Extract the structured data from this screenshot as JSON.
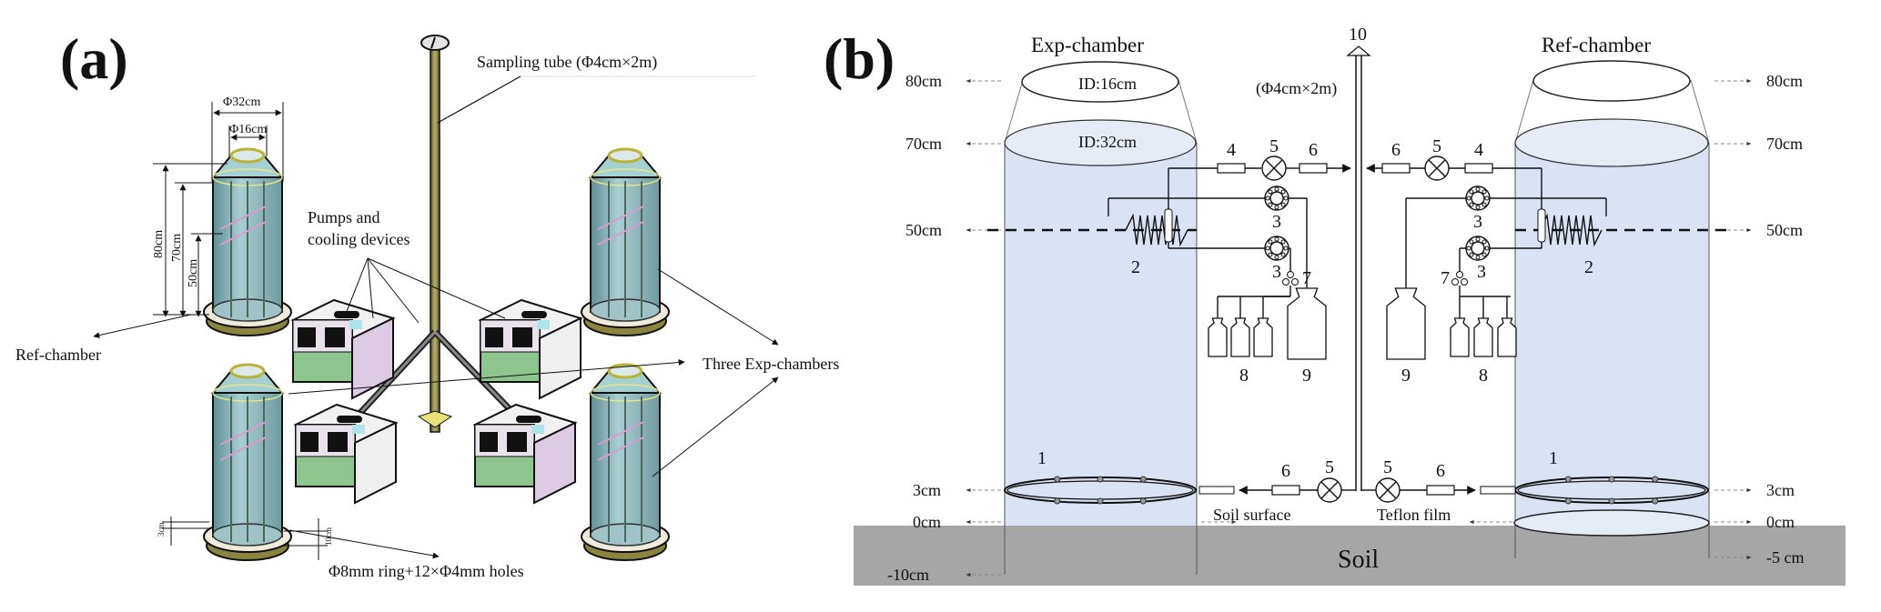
{
  "figure": {
    "panel_a": {
      "label": "(a)",
      "annotations": {
        "sampling_tube": "Sampling tube (Φ4cm×2m)",
        "pumps": [
          "Pumps and",
          "cooling devices"
        ],
        "ref_chamber": "Ref-chamber",
        "exp_chambers": "Three Exp-chambers",
        "ring": "Φ8mm ring+12×Φ4mm holes"
      },
      "dimensions": {
        "outer_diameter": "Φ32cm",
        "inner_diameter": "Φ16cm",
        "height_80": "80cm",
        "height_70": "70cm",
        "height_50": "50cm",
        "ring_height": "3cm",
        "insert_depth": "10cm"
      }
    },
    "panel_b": {
      "label": "(b)",
      "exp_chamber_title": "Exp-chamber",
      "ref_chamber_title": "Ref-chamber",
      "top_id": "ID:16cm",
      "body_id": "ID:32cm",
      "tube_spec": "(Φ4cm×2m)",
      "tube_number": "10",
      "left_levels": [
        "80cm",
        "70cm",
        "50cm",
        "3cm",
        "0cm",
        "-10cm"
      ],
      "right_levels": [
        "80cm",
        "70cm",
        "50cm",
        "3cm",
        "0cm",
        "-5 cm"
      ],
      "soil_surface": "Soil surface",
      "teflon_film": "Teflon film",
      "soil": "Soil",
      "components": {
        "ring": "1",
        "coil": "2",
        "pump": "3",
        "filter": "4",
        "valve": "5",
        "flowmeter": "6",
        "splitter": "7",
        "small_bottles": "8",
        "large_bottle": "9"
      }
    },
    "colors": {
      "chamber_fill": "#dae3f3",
      "soil_fill": "#a6a6a6",
      "glass_teal": "#8fb9bd",
      "pump_green": "#8cc58e",
      "pump_lilac": "#dccbe2",
      "pole_olive": "#8a8440"
    }
  }
}
